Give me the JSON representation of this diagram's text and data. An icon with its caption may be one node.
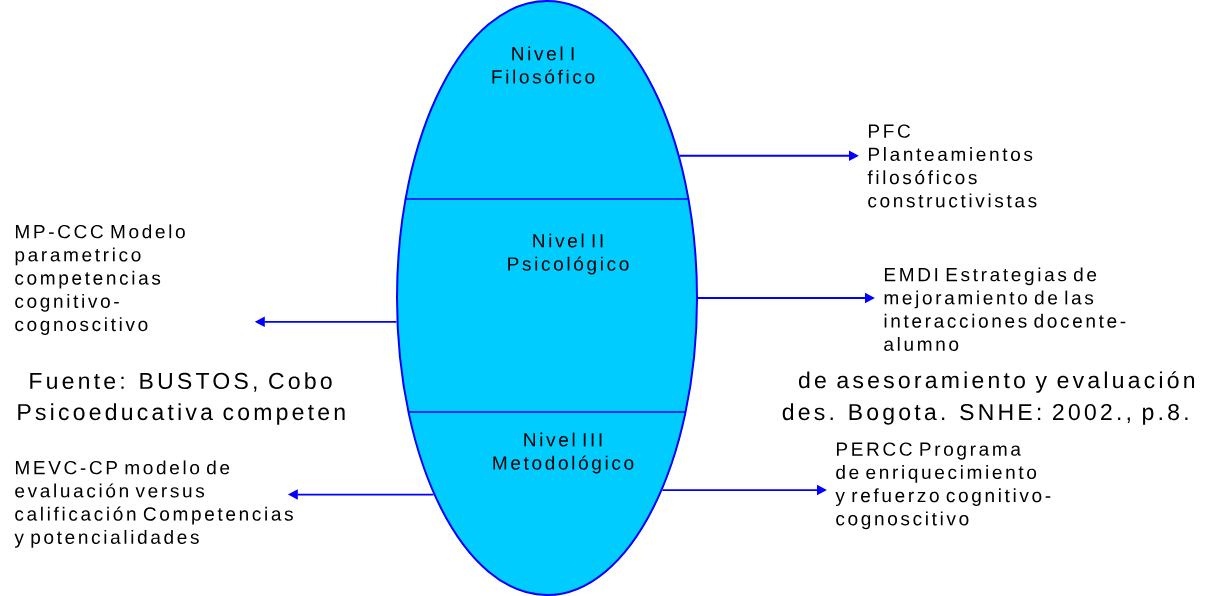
{
  "diagram": {
    "nodes": [
      {
        "text": [],
        "shape": "ellipse"
      },
      {
        "text": [
          "Nivel I Filosófico"
        ],
        "in": 0
      },
      {
        "text": [
          "Nivel II Psicológico"
        ],
        "in": 0
      },
      {
        "text": [
          "Nivel III Metodológico"
        ],
        "in": 0
      },
      {
        "text": [
          "PFC Planteamientos filosóficos constructivistas"
        ]
      },
      {
        "text": [
          "MP-CCC Modelo parametrico competencias cognitivo-cognoscitivo"
        ]
      },
      {
        "text": [
          "EMDI Estrategias de mejoramiento de las interacciones docente-alumno"
        ]
      },
      {
        "text": [
          "MEVC-CP modelo de evaluación versus calificación Competencias y potencialidades"
        ]
      },
      {
        "text": [
          "PERCC Programa de enriquecimiento y refuerzo cognitivo-cognoscitivo"
        ]
      }
    ],
    "edges": [
      {
        "from": 0,
        "to": 4,
        "arrow": "to"
      },
      {
        "from": 0,
        "to": 6,
        "arrow": "to"
      },
      {
        "from": 0,
        "to": 5,
        "arrow": "to"
      },
      {
        "from": 0,
        "to": 7,
        "arrow": "to"
      },
      {
        "from": 0,
        "to": 8,
        "arrow": "to"
      }
    ],
    "labels": [
      "Fuente: BUSTOS, Cobo",
      "de asesoramiento y evaluación",
      "Psicoeducativa competen",
      "des. Bogota. SNHE: 2002., p.8."
    ]
  }
}
